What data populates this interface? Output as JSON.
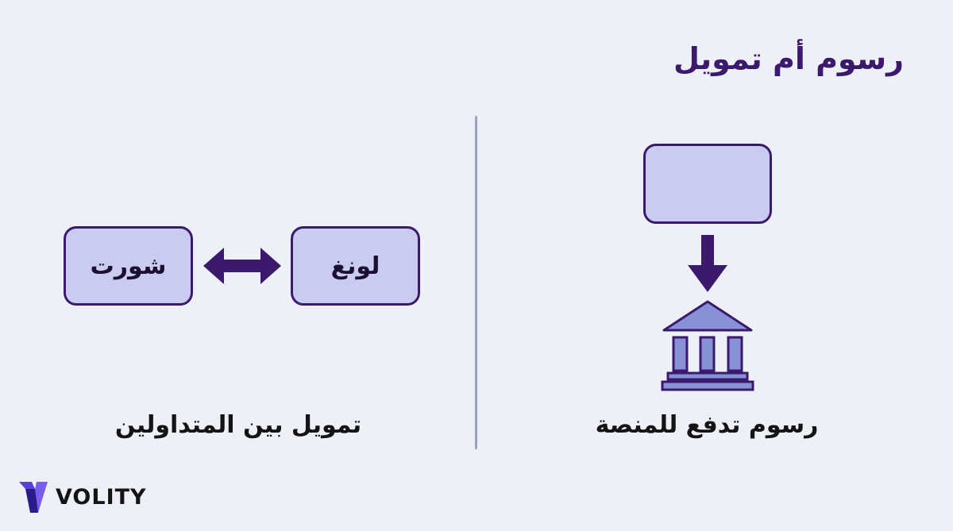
{
  "title": "رسوم أم تمويل",
  "right_panel": {
    "caption": "رسوم تدفع للمنصة",
    "icons": [
      "box-icon",
      "arrow-down-icon",
      "bank-icon"
    ]
  },
  "left_panel": {
    "caption": "تمويل بين المتداولين",
    "long_label": "لونغ",
    "short_label": "شورت",
    "icons": [
      "double-arrow-icon"
    ]
  },
  "brand": {
    "name": "VOLITY",
    "logo_icon": "volity-logo-icon"
  },
  "colors": {
    "background": "#eef0f7",
    "box_fill": "#c9cbf0",
    "accent": "#3b1a6e",
    "divider": "#9aa2c4"
  }
}
